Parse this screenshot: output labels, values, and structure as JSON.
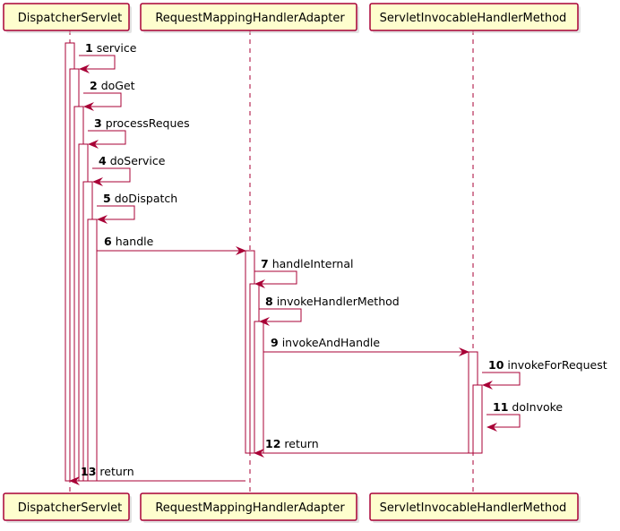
{
  "colors": {
    "participant_fill": "#FEFECE",
    "participant_border": "#A80036",
    "lifeline": "#A80036",
    "activation_fill": "#FFFFFF",
    "arrow": "#A80036",
    "text": "#000000"
  },
  "participants": [
    {
      "id": "ds",
      "name": "DispatcherServlet"
    },
    {
      "id": "rmha",
      "name": "RequestMappingHandlerAdapter"
    },
    {
      "id": "sihm",
      "name": "ServletInvocableHandlerMethod"
    }
  ],
  "messages": [
    {
      "num": "1",
      "label": "service",
      "from": "ds",
      "to": "ds",
      "kind": "self"
    },
    {
      "num": "2",
      "label": "doGet",
      "from": "ds",
      "to": "ds",
      "kind": "self"
    },
    {
      "num": "3",
      "label": "processReques",
      "from": "ds",
      "to": "ds",
      "kind": "self"
    },
    {
      "num": "4",
      "label": "doService",
      "from": "ds",
      "to": "ds",
      "kind": "self"
    },
    {
      "num": "5",
      "label": "doDispatch",
      "from": "ds",
      "to": "ds",
      "kind": "self"
    },
    {
      "num": "6",
      "label": "handle",
      "from": "ds",
      "to": "rmha",
      "kind": "call"
    },
    {
      "num": "7",
      "label": "handleInternal",
      "from": "rmha",
      "to": "rmha",
      "kind": "self"
    },
    {
      "num": "8",
      "label": "invokeHandlerMethod",
      "from": "rmha",
      "to": "rmha",
      "kind": "self"
    },
    {
      "num": "9",
      "label": "invokeAndHandle",
      "from": "rmha",
      "to": "sihm",
      "kind": "call"
    },
    {
      "num": "10",
      "label": "invokeForRequest",
      "from": "sihm",
      "to": "sihm",
      "kind": "self"
    },
    {
      "num": "11",
      "label": "doInvoke",
      "from": "sihm",
      "to": "sihm",
      "kind": "self"
    },
    {
      "num": "12",
      "label": "return",
      "from": "sihm",
      "to": "rmha",
      "kind": "return"
    },
    {
      "num": "13",
      "label": "return",
      "from": "rmha",
      "to": "ds",
      "kind": "return"
    }
  ]
}
